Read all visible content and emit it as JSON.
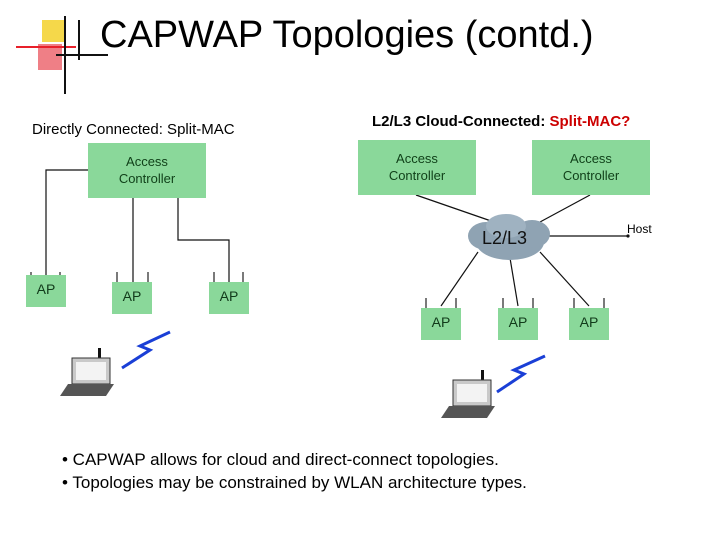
{
  "title": "CAPWAP Topologies (contd.)",
  "left_diagram": {
    "subtitle": "Directly Connected: Split-MAC",
    "controller_label": "Access\nController",
    "ap_labels": [
      "AP",
      "AP",
      "AP"
    ]
  },
  "right_diagram": {
    "subtitle_prefix": "L2/L3 Cloud-Connected: ",
    "subtitle_accent": "Split-MAC?",
    "controller_labels": [
      "Access\nController",
      "Access\nController"
    ],
    "cloud_label": "L2/L3",
    "host_label": "Host",
    "ap_labels": [
      "AP",
      "AP",
      "AP"
    ]
  },
  "bullets": [
    "• CAPWAP allows for cloud and direct-connect topologies.",
    "• Topologies may be constrained by WLAN architecture types."
  ],
  "colors": {
    "box_fill": "#8ad89a",
    "accent_red": "#cc0000",
    "wireless_bolt": "#1a3fd6",
    "cloud_fill": "#8fa3b3",
    "logo_yellow": "#f5d84a",
    "logo_pink": "#ef7f86",
    "logo_red": "#e8202a"
  }
}
